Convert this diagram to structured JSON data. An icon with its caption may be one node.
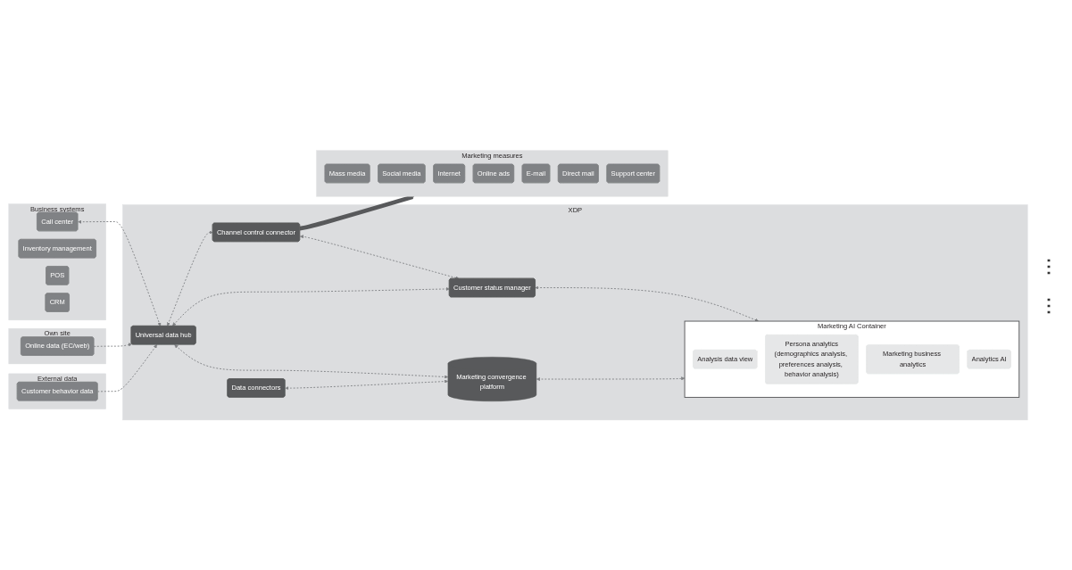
{
  "diagram": {
    "nodes": [
      {
        "text": [
          "External data"
        ]
      },
      {
        "text": [
          "Customer behavior data"
        ],
        "in": 0
      },
      {
        "text": [
          "Own site"
        ]
      },
      {
        "text": [
          "Online data (EC/web)"
        ],
        "in": 2
      },
      {
        "text": [
          "Business systems"
        ]
      },
      {
        "text": [
          "Call center"
        ],
        "in": 4
      },
      {
        "text": [
          "Inventory management"
        ],
        "in": 4
      },
      {
        "text": [
          "POS"
        ],
        "in": 4
      },
      {
        "text": [
          "CRM"
        ],
        "in": 4
      },
      {
        "text": [
          "XDP"
        ]
      },
      {
        "text": [
          "Data connectors"
        ],
        "in": 9
      },
      {
        "text": [
          "Universal data hub"
        ],
        "in": 9
      },
      {
        "text": [
          "Channel control connector"
        ],
        "in": 9
      },
      {
        "text": [
          "Marketing convergence platform"
        ],
        "in": 9
      },
      {
        "text": [
          "Customer status manager"
        ],
        "in": 9
      },
      {
        "text": [
          "Marketing AI Container"
        ],
        "in": 9
      },
      {
        "text": [
          "Analysis data view"
        ],
        "in": 15
      },
      {
        "text": [
          "Persona analytics",
          "(demographics analysis, preferences analysis, behavior analysis)"
        ],
        "in": 15
      },
      {
        "text": [
          "Marketing business analytics"
        ],
        "in": 15
      },
      {
        "text": [
          "Analytics AI"
        ],
        "in": 15
      },
      {
        "text": [
          "Marketing measures"
        ]
      },
      {
        "text": [
          "Mass media"
        ],
        "in": 20
      },
      {
        "text": [
          "Social media"
        ],
        "in": 20
      },
      {
        "text": [
          "Internet"
        ],
        "in": 20
      },
      {
        "text": [
          "Online ads"
        ],
        "in": 20
      },
      {
        "text": [
          "E-mail"
        ],
        "in": 20
      },
      {
        "text": [
          "Direct mail"
        ],
        "in": 20
      },
      {
        "text": [
          "Support center"
        ],
        "in": 20
      }
    ],
    "edges": [
      {
        "from": 1,
        "to": 11,
        "arrow": "to",
        "style": "dashed"
      },
      {
        "from": 3,
        "to": 11,
        "arrow": "to",
        "style": "dashed"
      },
      {
        "from": 5,
        "to": 11,
        "arrow": "both",
        "style": "dashed"
      },
      {
        "from": 10,
        "to": 13,
        "arrow": "both",
        "style": "dashed"
      },
      {
        "from": 11,
        "to": 12,
        "arrow": "both",
        "style": "dashed"
      },
      {
        "from": 11,
        "to": 13,
        "arrow": "both",
        "style": "dashed"
      },
      {
        "from": 11,
        "to": 14,
        "arrow": "both",
        "style": "dashed"
      },
      {
        "from": 12,
        "to": 14,
        "arrow": "both",
        "style": "dashed"
      },
      {
        "from": 13,
        "to": 15,
        "arrow": "both",
        "style": "dashed"
      },
      {
        "from": 14,
        "to": 15,
        "arrow": "both",
        "style": "dashed"
      },
      {
        "from": 12,
        "to": 20,
        "arrow": "to",
        "style": "thick",
        "color": "#58595b"
      }
    ],
    "labels": [
      "⋮",
      "⋮"
    ]
  }
}
